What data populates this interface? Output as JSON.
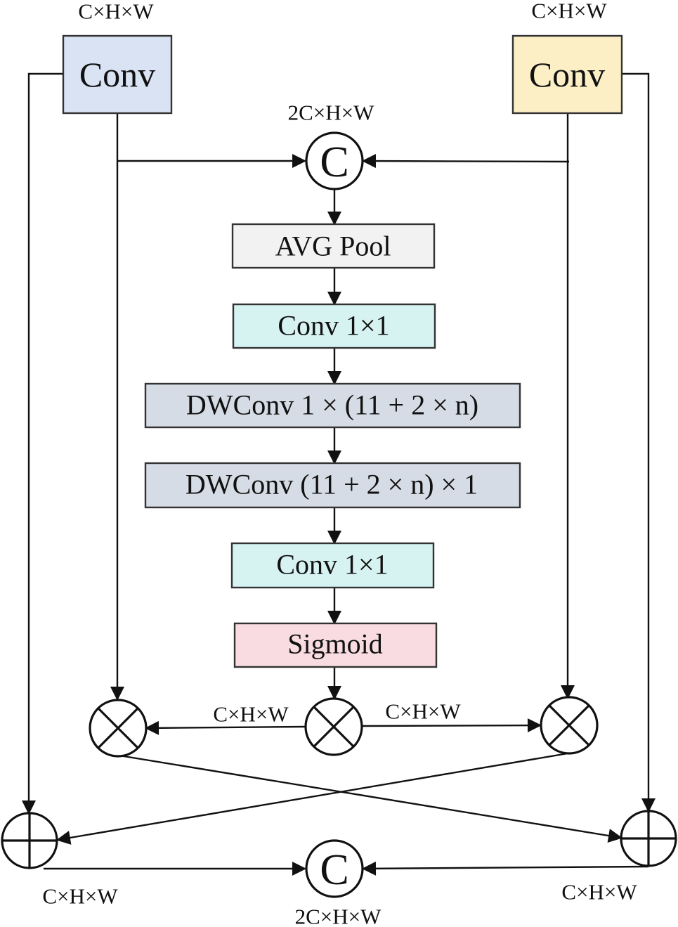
{
  "colors": {
    "conv_left_fill": "#dae3f3",
    "conv_right_fill": "#fcefc6",
    "avg_pool_fill": "#f2f2f2",
    "conv1x1_fill": "#d6f3f1",
    "dwconv_fill": "#d6dce5",
    "sigmoid_fill": "#f8dce2",
    "stroke": "#111111"
  },
  "blocks": {
    "conv_left": "Conv",
    "conv_right": "Conv",
    "avg_pool": "AVG Pool",
    "conv1x1_top": "Conv 1×1",
    "dwconv_row": "DWConv 1 × (11 + 2 × n)",
    "dwconv_col": "DWConv (11 + 2 × n) × 1",
    "conv1x1_bottom": "Conv 1×1",
    "sigmoid": "Sigmoid"
  },
  "nodes": {
    "concat_top": "C",
    "concat_bottom": "C",
    "multiply": "⊗",
    "add": "⊕"
  },
  "dims": {
    "conv_left_out": "C×H×W",
    "conv_right_out": "C×H×W",
    "concat_top": "2C×H×W",
    "mult_left": "C×H×W",
    "mult_right": "C×H×W",
    "add_left": "C×H×W",
    "add_right": "C×H×W",
    "concat_bottom": "2C×H×W"
  }
}
